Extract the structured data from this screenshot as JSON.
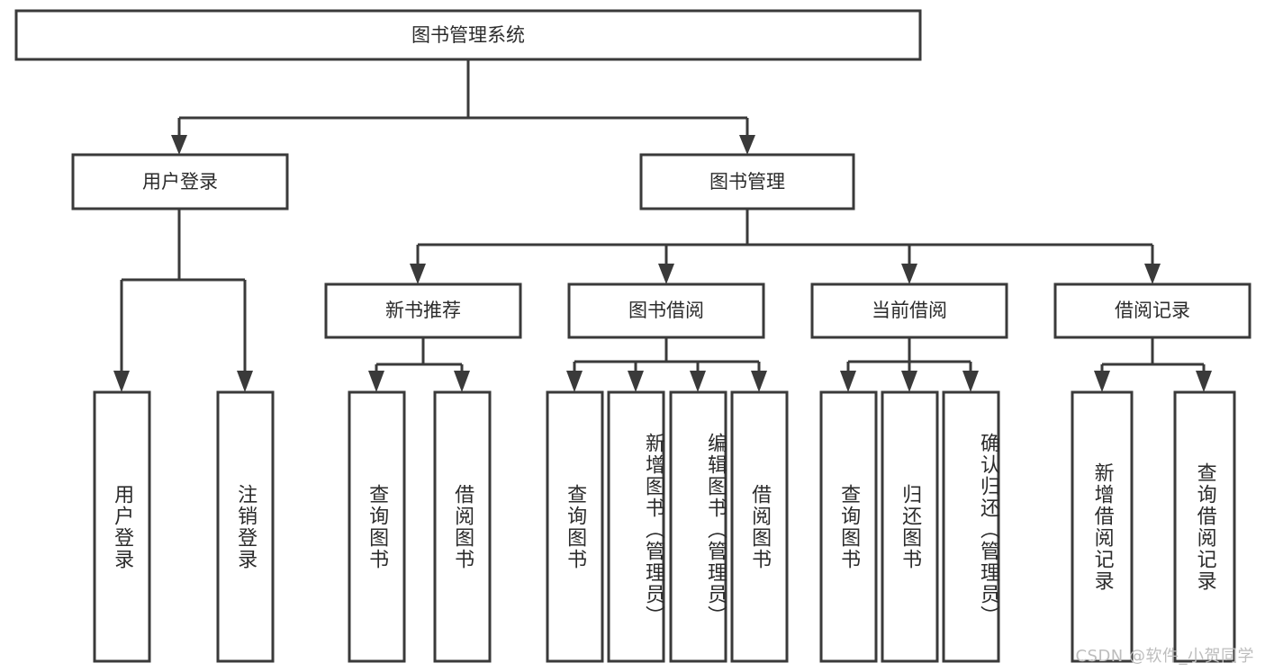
{
  "diagram": {
    "title": "图书管理系统",
    "type": "tree-hierarchy",
    "root": {
      "id": "root",
      "label": "图书管理系统"
    },
    "level2": [
      {
        "id": "user-login",
        "label": "用户登录"
      },
      {
        "id": "book-manage",
        "label": "图书管理"
      }
    ],
    "level3": [
      {
        "id": "new-book-rec",
        "label": "新书推荐",
        "parent": "book-manage"
      },
      {
        "id": "book-borrow",
        "label": "图书借阅",
        "parent": "book-manage"
      },
      {
        "id": "current-borrow",
        "label": "当前借阅",
        "parent": "book-manage"
      },
      {
        "id": "borrow-record",
        "label": "借阅记录",
        "parent": "book-manage"
      }
    ],
    "leaves": {
      "user-login": [
        {
          "id": "leaf-user-login",
          "label": "用户登录"
        },
        {
          "id": "leaf-user-logout",
          "label": "注销登录"
        }
      ],
      "new-book-rec": [
        {
          "id": "leaf-query-book-1",
          "label": "查询图书"
        },
        {
          "id": "leaf-borrow-book-1",
          "label": "借阅图书"
        }
      ],
      "book-borrow": [
        {
          "id": "leaf-query-book-2",
          "label": "查询图书"
        },
        {
          "id": "leaf-add-book",
          "label": "新增图书（管理员）"
        },
        {
          "id": "leaf-edit-book",
          "label": "编辑图书（管理员）"
        },
        {
          "id": "leaf-borrow-book-2",
          "label": "借阅图书"
        }
      ],
      "current-borrow": [
        {
          "id": "leaf-query-book-3",
          "label": "查询图书"
        },
        {
          "id": "leaf-return-book",
          "label": "归还图书"
        },
        {
          "id": "leaf-confirm-return",
          "label": "确认归还（管理员）"
        }
      ],
      "borrow-record": [
        {
          "id": "leaf-add-record",
          "label": "新增借阅记录"
        },
        {
          "id": "leaf-query-record",
          "label": "查询借阅记录"
        }
      ]
    }
  },
  "watermark": {
    "text": "CSDN @软件_小贺同学"
  },
  "colors": {
    "stroke": "#3a3a3a",
    "fill": "#ffffff",
    "text": "#2b2b2b",
    "watermark": "#bdbdbd"
  }
}
